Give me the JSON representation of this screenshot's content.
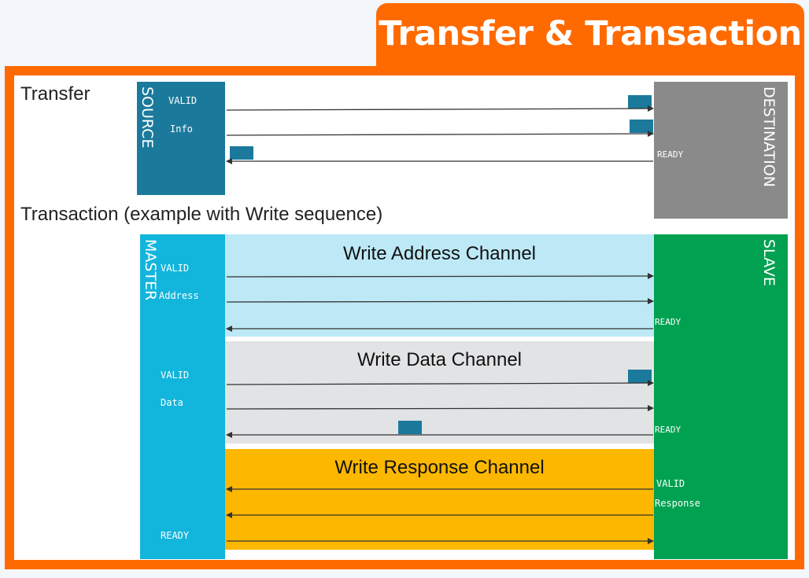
{
  "title": "Transfer & Transaction",
  "transfer": {
    "label": "Transfer",
    "source": "SOURCE",
    "destination": "DESTINATION",
    "signals": {
      "valid": "VALID",
      "info": "Info",
      "ready": "READY"
    }
  },
  "transaction": {
    "label": "Transaction (example with Write sequence)",
    "master": "MASTER",
    "slave": "SLAVE",
    "channels": [
      {
        "title": "Write Address Channel",
        "color": "#bde9f6",
        "signals": {
          "valid": "VALID",
          "payload": "Address",
          "ready": "READY"
        }
      },
      {
        "title": "Write Data Channel",
        "color": "#e2e3e5",
        "signals": {
          "valid": "VALID",
          "payload": "Data",
          "ready": "READY"
        }
      },
      {
        "title": "Write Response Channel",
        "color": "#fcb700",
        "signals": {
          "valid": "VALID",
          "payload": "Response",
          "ready": "READY"
        }
      }
    ]
  },
  "colors": {
    "accent": "#ff6a00",
    "source": "#1b7a9c",
    "destination": "#8a8a8a",
    "master": "#12b5dc",
    "slave": "#00a151"
  }
}
